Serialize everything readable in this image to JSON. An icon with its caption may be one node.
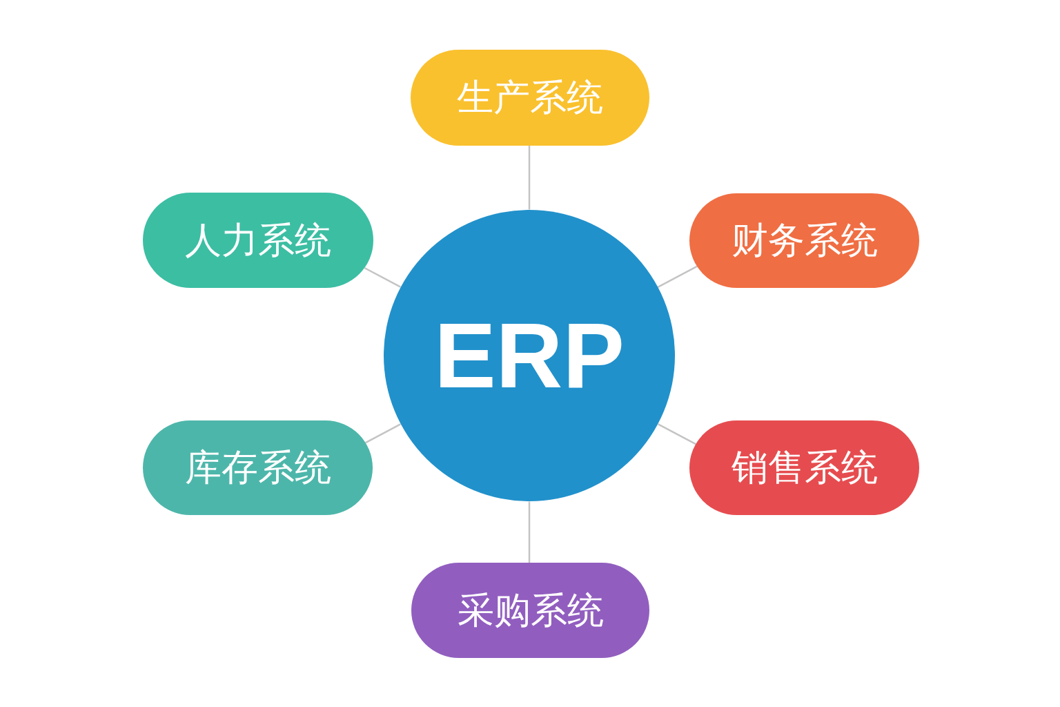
{
  "diagram": {
    "nodes": [
      {
        "text": [
          "生产系统"
        ]
      },
      {
        "text": [
          "人力系统"
        ]
      },
      {
        "text": [
          "ERP"
        ]
      },
      {
        "text": [
          "财务系统"
        ]
      },
      {
        "text": [
          "库存系统"
        ]
      },
      {
        "text": [
          "销售系统"
        ]
      },
      {
        "text": [
          "采购系统"
        ]
      }
    ],
    "edges": [
      {
        "from": 2,
        "to": 0,
        "arrow": "none"
      },
      {
        "from": 2,
        "to": 1,
        "arrow": "none"
      },
      {
        "from": 2,
        "to": 3,
        "arrow": "none"
      },
      {
        "from": 2,
        "to": 4,
        "arrow": "none"
      },
      {
        "from": 2,
        "to": 5,
        "arrow": "none"
      },
      {
        "from": 2,
        "to": 6,
        "arrow": "none"
      }
    ]
  }
}
